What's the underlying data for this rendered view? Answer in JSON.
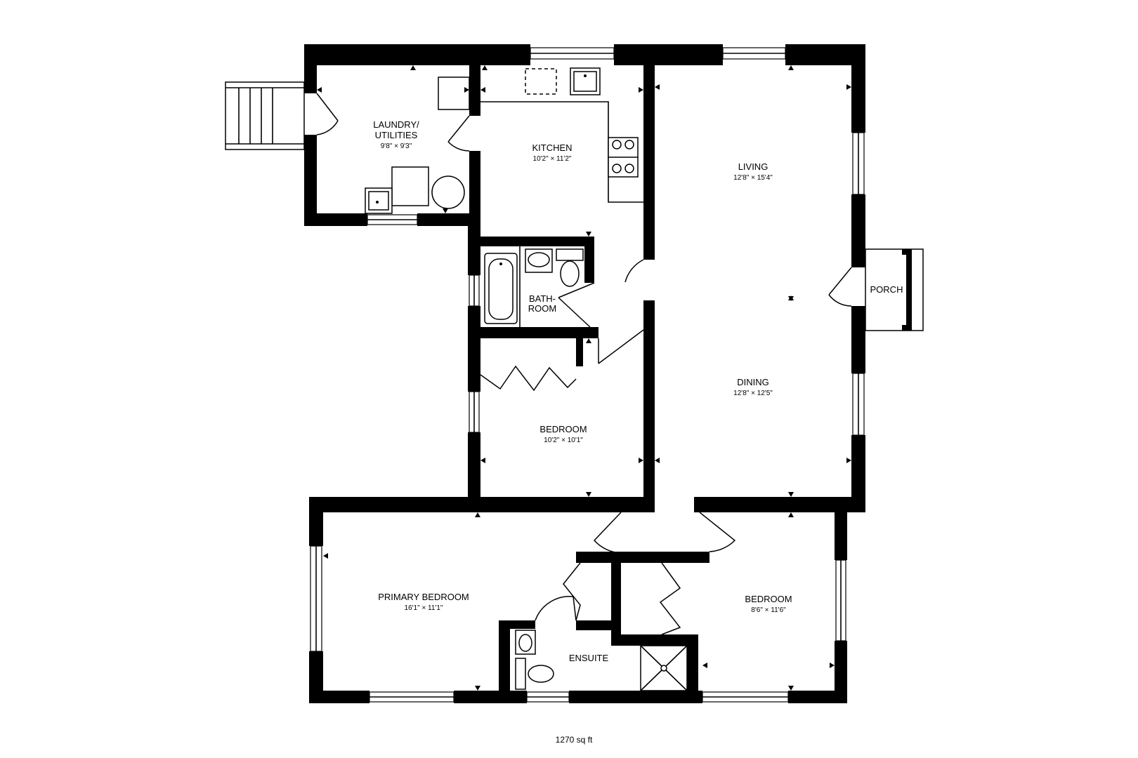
{
  "rooms": {
    "laundry": {
      "name_line1": "LAUNDRY/",
      "name_line2": "UTILITIES",
      "dims": "9'8\" × 9'3\""
    },
    "kitchen": {
      "name": "KITCHEN",
      "dims": "10'2\" × 11'2\""
    },
    "living": {
      "name": "LIVING",
      "dims": "12'8\" × 15'4\""
    },
    "porch": {
      "name": "PORCH"
    },
    "bathroom": {
      "name_line1": "BATH-",
      "name_line2": "ROOM"
    },
    "dining": {
      "name": "DINING",
      "dims": "12'8\" × 12'5\""
    },
    "bedroom_middle": {
      "name": "BEDROOM",
      "dims": "10'2\" × 10'1\""
    },
    "primary_bedroom": {
      "name": "PRIMARY BEDROOM",
      "dims": "16'1\" × 11'1\""
    },
    "ensuite": {
      "name": "ENSUITE"
    },
    "bedroom_right": {
      "name": "BEDROOM",
      "dims": "8'6\" × 11'6\""
    }
  },
  "total_area": "1270 sq ft"
}
